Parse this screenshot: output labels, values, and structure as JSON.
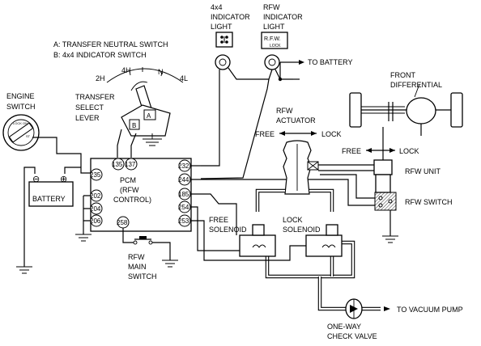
{
  "legend": {
    "a": "A: TRANSFER NEUTRAL SWITCH",
    "b": "B: 4x4 INDICATOR SWITCH"
  },
  "indicator_4x4": {
    "line1": "4x4",
    "line2": "INDICATOR",
    "line3": "LIGHT"
  },
  "indicator_rfw": {
    "line1": "RFW",
    "line2": "INDICATOR",
    "line3": "LIGHT",
    "lamp_text": "R.F.W.",
    "lamp_sub": "LOCK"
  },
  "to_battery": "TO BATTERY",
  "front_differential": {
    "line1": "FRONT",
    "line2": "DIFFERENTIAL"
  },
  "engine_switch": {
    "line1": "ENGINE",
    "line2": "SWITCH"
  },
  "transfer_lever": {
    "line1": "TRANSFER",
    "line2": "SELECT",
    "line3": "LEVER"
  },
  "lever_positions": [
    "2H",
    "4H",
    "N",
    "4L"
  ],
  "lever_switch_a": "A",
  "lever_switch_b": "B",
  "rfw_actuator": {
    "line1": "RFW",
    "line2": "ACTUATOR"
  },
  "actuator_free": "FREE",
  "actuator_lock": "LOCK",
  "unit_free": "FREE",
  "unit_lock": "LOCK",
  "rfw_unit": "RFW UNIT",
  "rfw_switch": "RFW SWITCH",
  "battery": "BATTERY",
  "pcm": {
    "line1": "PCM",
    "line2": "(RFW",
    "line3": "CONTROL)"
  },
  "pins_left": [
    "235",
    "202",
    "204",
    "206"
  ],
  "pins_top": [
    "135",
    "137"
  ],
  "pins_right": [
    "232",
    "244",
    "185",
    "254",
    "253"
  ],
  "pin_bottom": "258",
  "free_solenoid": {
    "line1": "FREE",
    "line2": "SOLENOID"
  },
  "lock_solenoid": {
    "line1": "LOCK",
    "line2": "SOLENOID"
  },
  "rfw_main_switch": {
    "line1": "RFW",
    "line2": "MAIN",
    "line3": "SWITCH"
  },
  "to_vacuum_pump": "TO VACUUM PUMP",
  "check_valve": {
    "line1": "ONE-WAY",
    "line2": "CHECK VALVE"
  },
  "battery_minus": "⊖",
  "battery_plus": "⊕",
  "icon_4x4_lamp": "4x4-lamp-icon"
}
